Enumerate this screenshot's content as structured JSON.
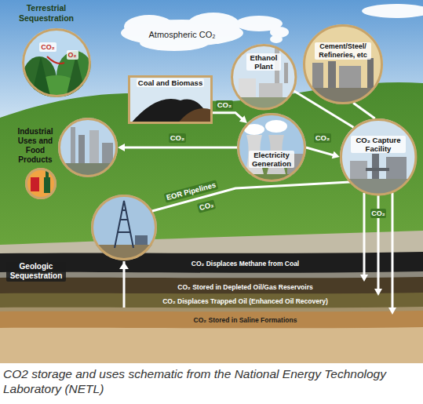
{
  "diagram": {
    "caption": "CO2 storage and uses schematic from the National Energy Technology Laboratory (NETL)",
    "nodes": [
      {
        "text": [
          "Terrestrial Sequestration"
        ]
      },
      {
        "text": [
          "Coal and Biomass"
        ]
      },
      {
        "text": [
          "Ethanol Plant"
        ]
      },
      {
        "text": [
          "Cement/Steel/ Refineries, etc"
        ]
      },
      {
        "text": [
          "Industrial Uses and Food Products"
        ]
      },
      {
        "text": [
          "Electricity Generation"
        ]
      },
      {
        "text": [
          "CO₂ Capture Facility"
        ]
      },
      {
        "text": [
          "CO₂ Displaces Methane from Coal"
        ]
      },
      {
        "text": [
          "CO₂ Stored in Depleted Oil/Gas Reservoirs"
        ]
      },
      {
        "text": [
          "CO₂ Displaces Trapped Oil (Enhanced Oil Recovery)"
        ]
      },
      {
        "text": [
          "CO₂ Stored in Saline Formations"
        ]
      }
    ],
    "edges": [
      {
        "from": 1,
        "to": 5,
        "label": "CO₂",
        "arrow": "to"
      },
      {
        "from": 5,
        "to": 4,
        "label": "CO₂",
        "arrow": "to"
      },
      {
        "from": 5,
        "to": 6,
        "label": "CO₂",
        "arrow": "to"
      },
      {
        "from": 2,
        "to": 6,
        "arrow": "none"
      },
      {
        "from": 3,
        "to": 6,
        "arrow": "none"
      },
      {
        "from": 6,
        "to": 8,
        "arrow": "to"
      },
      {
        "from": 6,
        "to": 9,
        "label": "CO₂",
        "arrow": "to"
      },
      {
        "from": 6,
        "to": 10,
        "arrow": "to"
      }
    ],
    "labels": [
      "CO₂",
      "O₂",
      "Atmospheric CO₂",
      "EOR Pipelines",
      "CO₂",
      "Geologic Sequestration"
    ]
  }
}
